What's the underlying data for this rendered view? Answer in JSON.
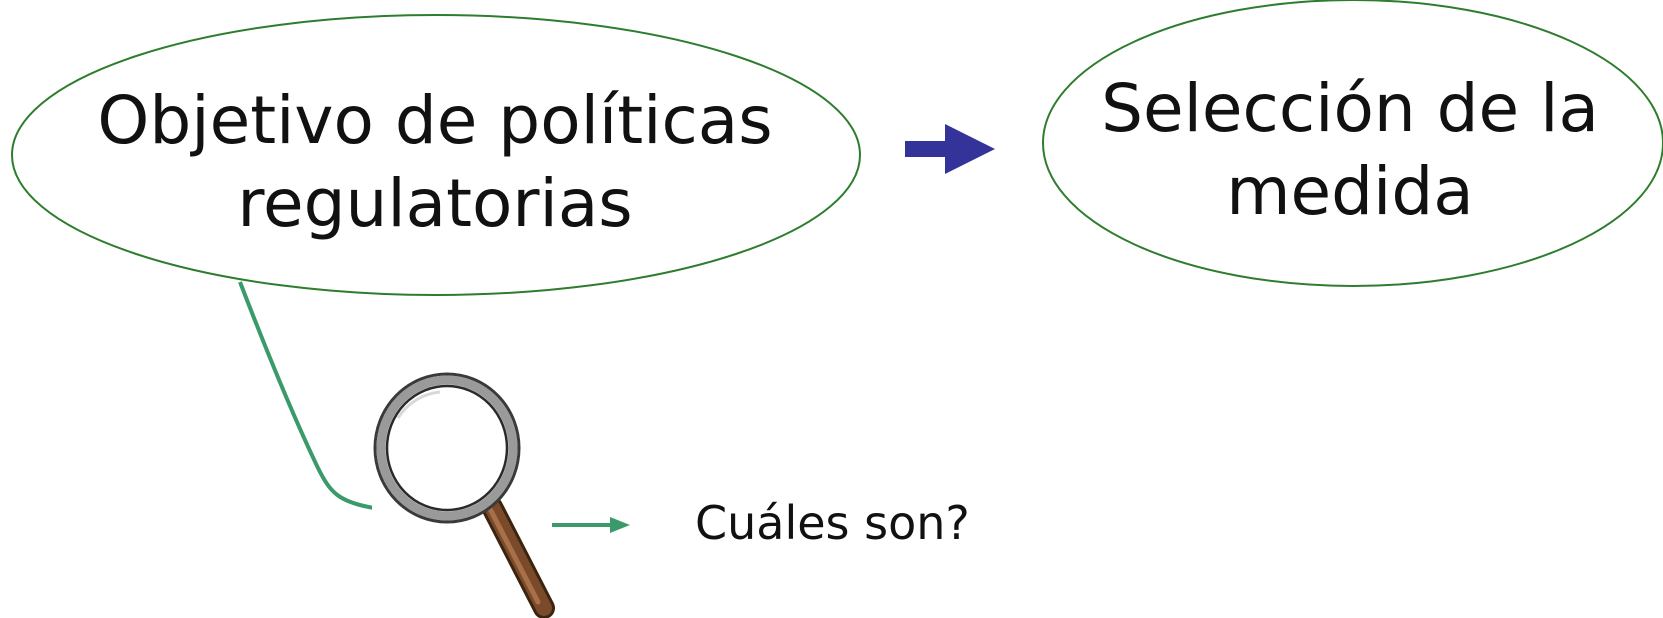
{
  "nodes": {
    "left": {
      "lines": [
        "Objetivo de políticas",
        "regulatorias"
      ]
    },
    "right": {
      "lines": [
        "Selección de la",
        "medida"
      ]
    },
    "bottom": {
      "text": "Cuáles son?"
    }
  },
  "icons": {
    "arrow": "arrow-right-icon",
    "magnifier": "magnifying-glass-icon"
  },
  "colors": {
    "ellipse_stroke": "#2e7d2e",
    "connector": "#3a9a6a",
    "arrow_fill": "#33339a",
    "magnifier_handle": "#7a4a2a"
  }
}
